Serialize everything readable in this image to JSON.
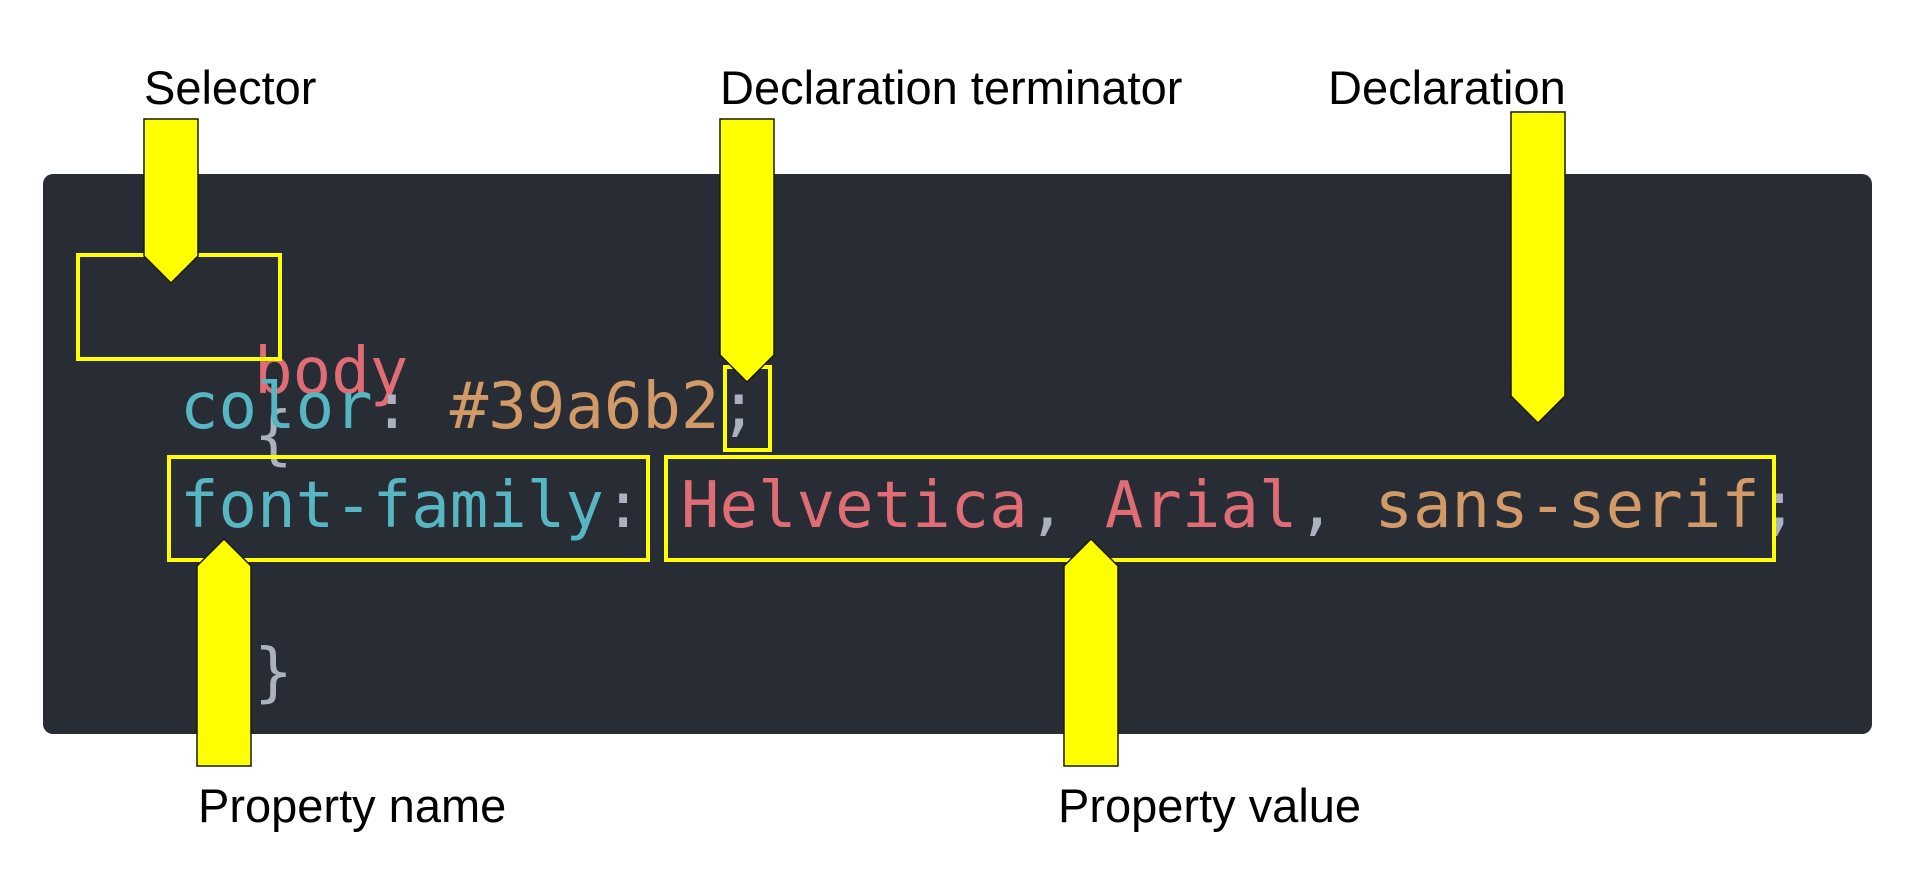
{
  "labels": {
    "selector": "Selector",
    "terminator": "Declaration terminator",
    "declaration": "Declaration",
    "property_name": "Property name",
    "property_value": "Property value"
  },
  "code": {
    "line1": {
      "selector": "body",
      "open_brace": "{"
    },
    "line2": {
      "property": "color",
      "colon": ":",
      "value": "#39a6b2",
      "semicolon": ";"
    },
    "line3": {
      "property": "font-family",
      "colon": ":",
      "value1": "Helvetica",
      "comma1": ",",
      "value2": "Arial",
      "comma2": ",",
      "value3": "sans-serif",
      "semicolon": ";"
    },
    "line4": {
      "close_brace": "}"
    }
  },
  "colors": {
    "panel_bg": "#282c34",
    "highlight": "#ffff00",
    "selector": "#e06c75",
    "property": "#56b6c2",
    "value_number": "#d19a66",
    "value_string": "#e06c75",
    "punctuation": "#abb2bf"
  }
}
